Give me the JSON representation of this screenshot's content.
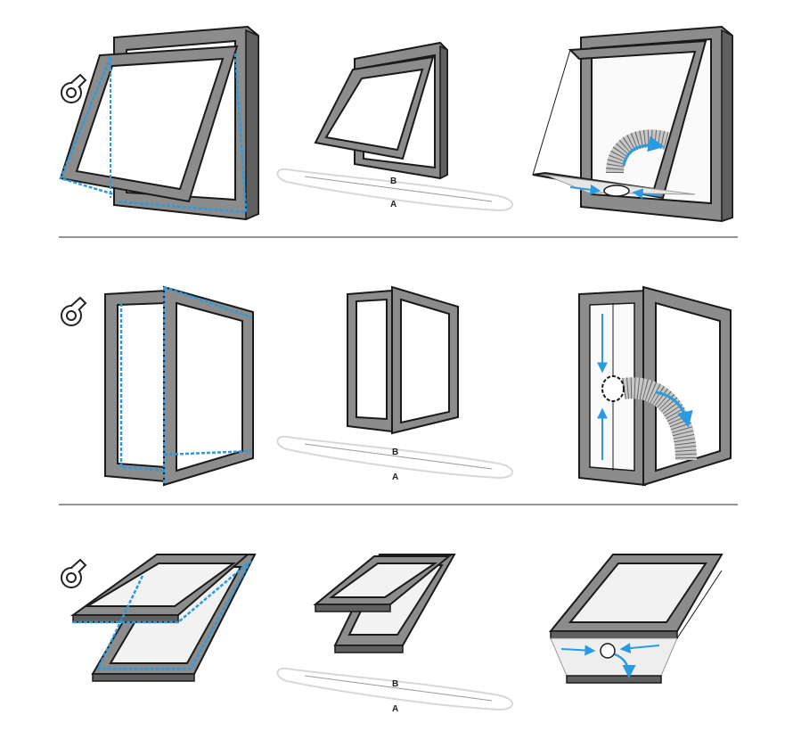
{
  "labels": {
    "b": "B",
    "a": "A"
  },
  "colors": {
    "frame_fill": "#8c8c8c",
    "frame_dark": "#5f5f5f",
    "outline": "#1a1a1a",
    "tape_blue": "#2a9be0",
    "divider": "#555555",
    "glass": "#f2f2f2"
  },
  "rows": [
    {
      "window_type": "top-hung",
      "icon": "tape-roll-icon"
    },
    {
      "window_type": "side-hung",
      "icon": "tape-roll-icon"
    },
    {
      "window_type": "roof",
      "icon": "tape-roll-icon"
    }
  ]
}
